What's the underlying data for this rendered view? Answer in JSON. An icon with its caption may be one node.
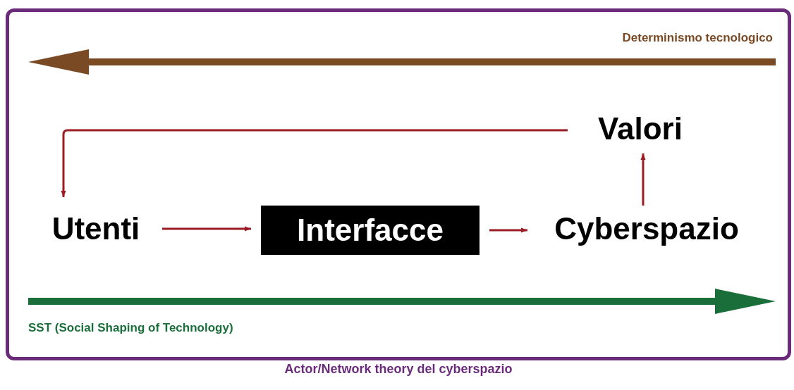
{
  "diagram": {
    "nodes": [
      {
        "text": [
          "Actor/Network theory del cyberspazio"
        ]
      },
      {
        "text": [
          "Valori"
        ],
        "in": 0
      },
      {
        "text": [
          "Utenti"
        ],
        "in": 0
      },
      {
        "text": [
          "Interfacce"
        ],
        "in": 0
      },
      {
        "text": [
          "Cyberspazio"
        ],
        "in": 0
      }
    ],
    "edges": [
      {
        "from": 2,
        "to": 3,
        "arrow": "to"
      },
      {
        "from": 3,
        "to": 4,
        "arrow": "to"
      },
      {
        "from": 4,
        "to": 1,
        "arrow": "to"
      },
      {
        "from": 1,
        "to": 2,
        "arrow": "to"
      }
    ],
    "labels": [
      "Determinismo tecnologico",
      "SST (Social Shaping of Technology)"
    ]
  }
}
